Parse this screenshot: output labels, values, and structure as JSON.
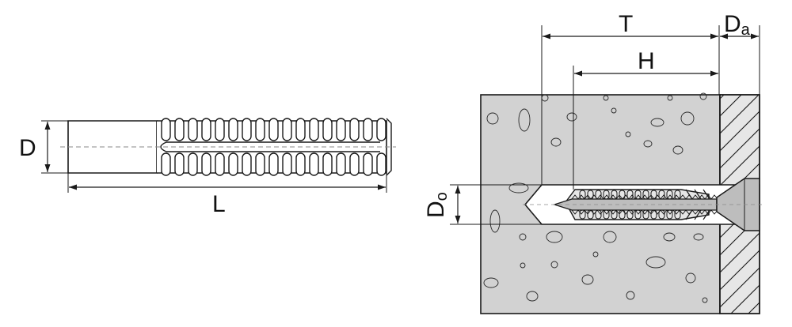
{
  "labels": {
    "D": "D",
    "L": "L",
    "T": "T",
    "Da_main": "D",
    "Da_sub": "a",
    "H": "H",
    "Do_main": "D",
    "Do_sub": "o"
  },
  "colors": {
    "line": "#1a1a1a",
    "concrete": "#d2d2d2",
    "wood": "#d2d2d2",
    "plug": "#e6e6e6",
    "screw": "#bdbdbd",
    "axis": "#8a8a8a"
  },
  "icons": {
    "side_view": "anchor-plug-icon",
    "section_view": "installed-anchor-section-icon"
  }
}
